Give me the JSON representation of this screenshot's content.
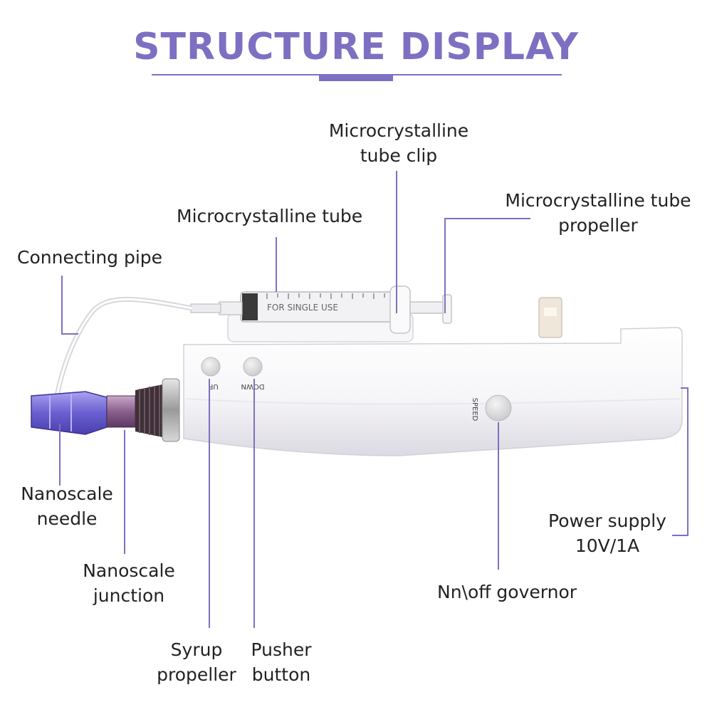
{
  "title": "STRUCTURE DISPLAY",
  "device": {
    "syringe_text": "FOR SINGLE USE",
    "button_up": "UP",
    "button_down": "DOWN",
    "button_speed": "SPEED"
  },
  "labels": {
    "tube_clip_1": "Microcrystalline",
    "tube_clip_2": "tube clip",
    "tube": "Microcrystalline tube",
    "propeller_1": "Microcrystalline tube",
    "propeller_2": "propeller",
    "connecting_pipe": "Connecting pipe",
    "needle_1": "Nanoscale",
    "needle_2": "needle",
    "junction_1": "Nanoscale",
    "junction_2": "junction",
    "syrup_1": "Syrup",
    "syrup_2": "propeller",
    "pusher_1": "Pusher",
    "pusher_2": "button",
    "power_1": "Power supply",
    "power_2": "10V/1A",
    "governor": "Nn\\off governor"
  },
  "colors": {
    "accent": "#7f6fc2",
    "device_body": "#f4f3f6",
    "needle_tip": "#7b72d8"
  }
}
